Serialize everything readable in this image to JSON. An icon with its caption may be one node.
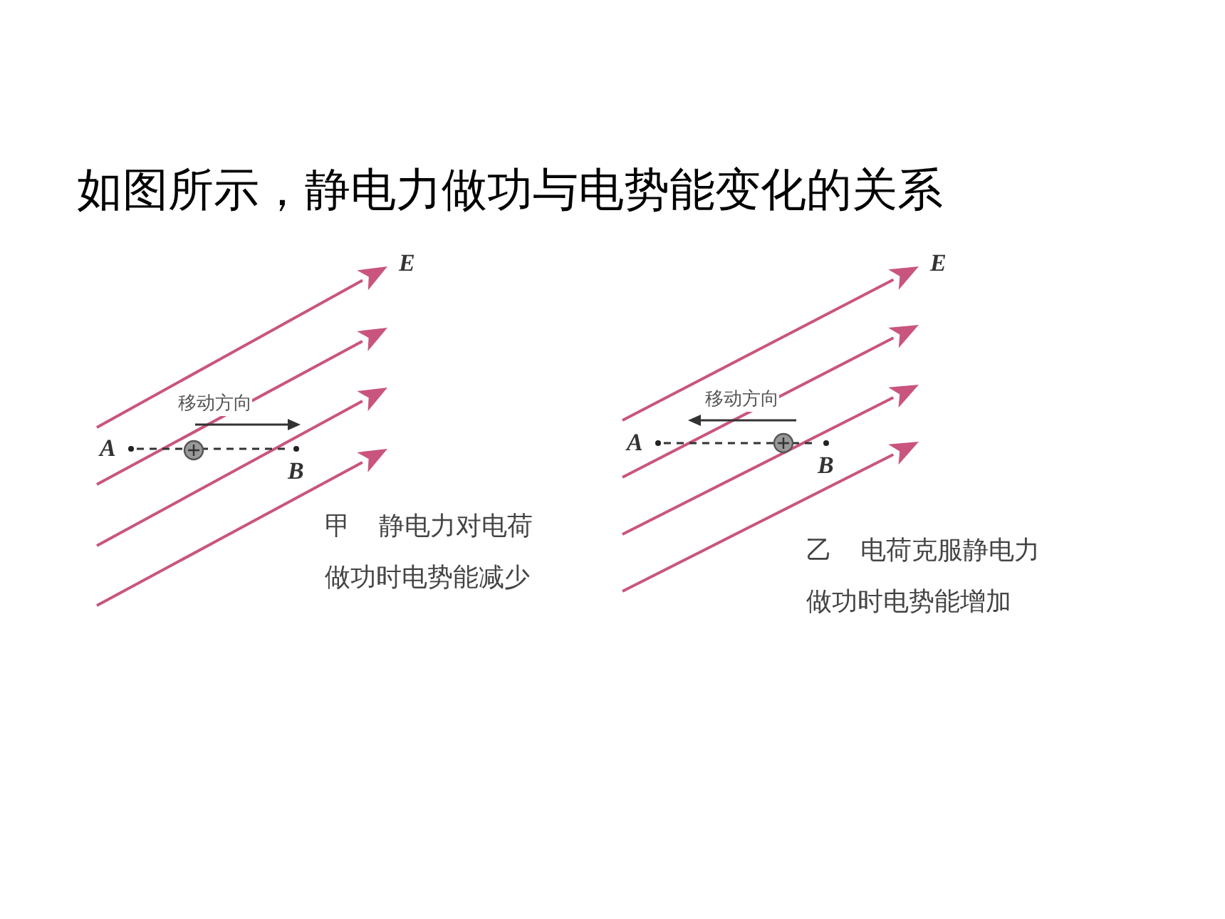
{
  "diagram": {
    "title": "如图所示，静电力做功与电势能变化的关系",
    "nodes": [
      {
        "text": [
          "A"
        ]
      },
      {
        "text": [
          "B"
        ]
      },
      {
        "text": [
          "A"
        ]
      },
      {
        "text": [
          "B"
        ]
      }
    ],
    "edges": [
      {
        "from": 0,
        "to": 1,
        "arrow": "none",
        "style": "dashed"
      },
      {
        "from": 2,
        "to": 3,
        "arrow": "none",
        "style": "dashed"
      }
    ],
    "labels": [
      "E",
      "移动方向",
      "甲",
      "静电力对电荷做功时电势能减少",
      "E",
      "移动方向",
      "乙",
      "电荷克服静电力做功时电势能增加"
    ]
  }
}
